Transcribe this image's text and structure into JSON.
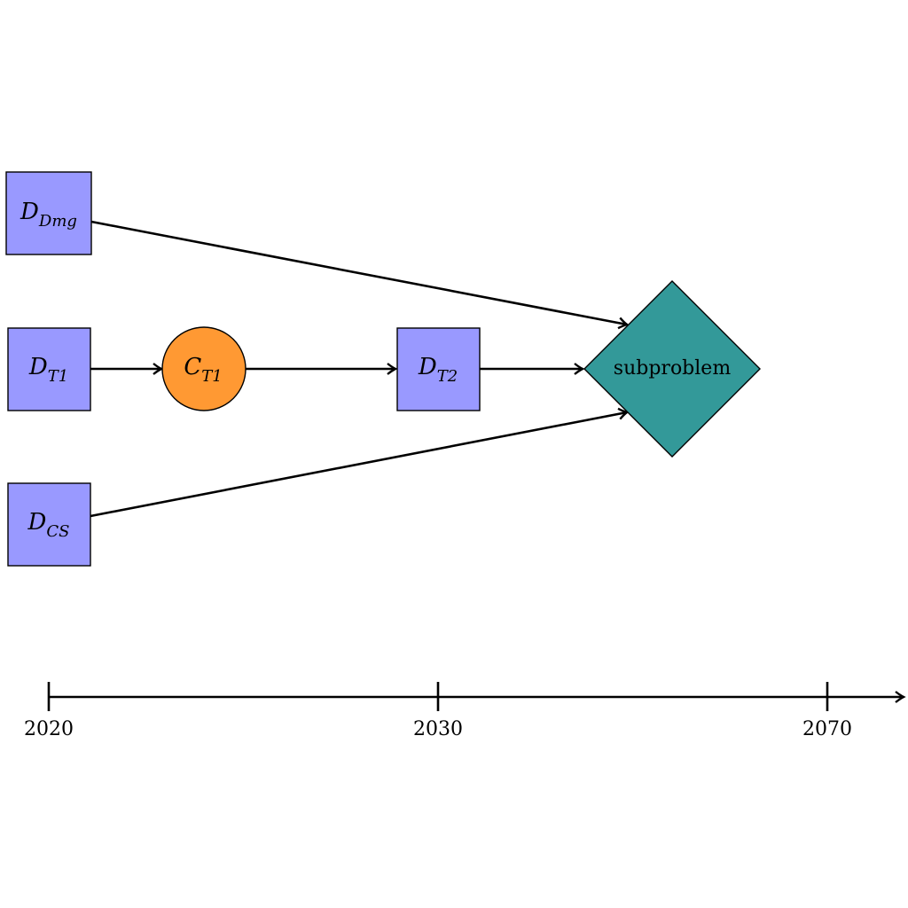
{
  "nodes": {
    "d_dmg": {
      "main": "D",
      "sub": "Dmg",
      "color": "#9999ff"
    },
    "d_t1": {
      "main": "D",
      "sub": "T1",
      "color": "#9999ff"
    },
    "c_t1": {
      "main": "C",
      "sub": "T1",
      "color": "#ff9933"
    },
    "d_t2": {
      "main": "D",
      "sub": "T2",
      "color": "#9999ff"
    },
    "d_cs": {
      "main": "D",
      "sub": "CS",
      "color": "#9999ff"
    },
    "subproblem": {
      "label": "subproblem",
      "color": "#339999"
    }
  },
  "timeline": {
    "ticks": [
      "2020",
      "2030",
      "2070"
    ]
  }
}
